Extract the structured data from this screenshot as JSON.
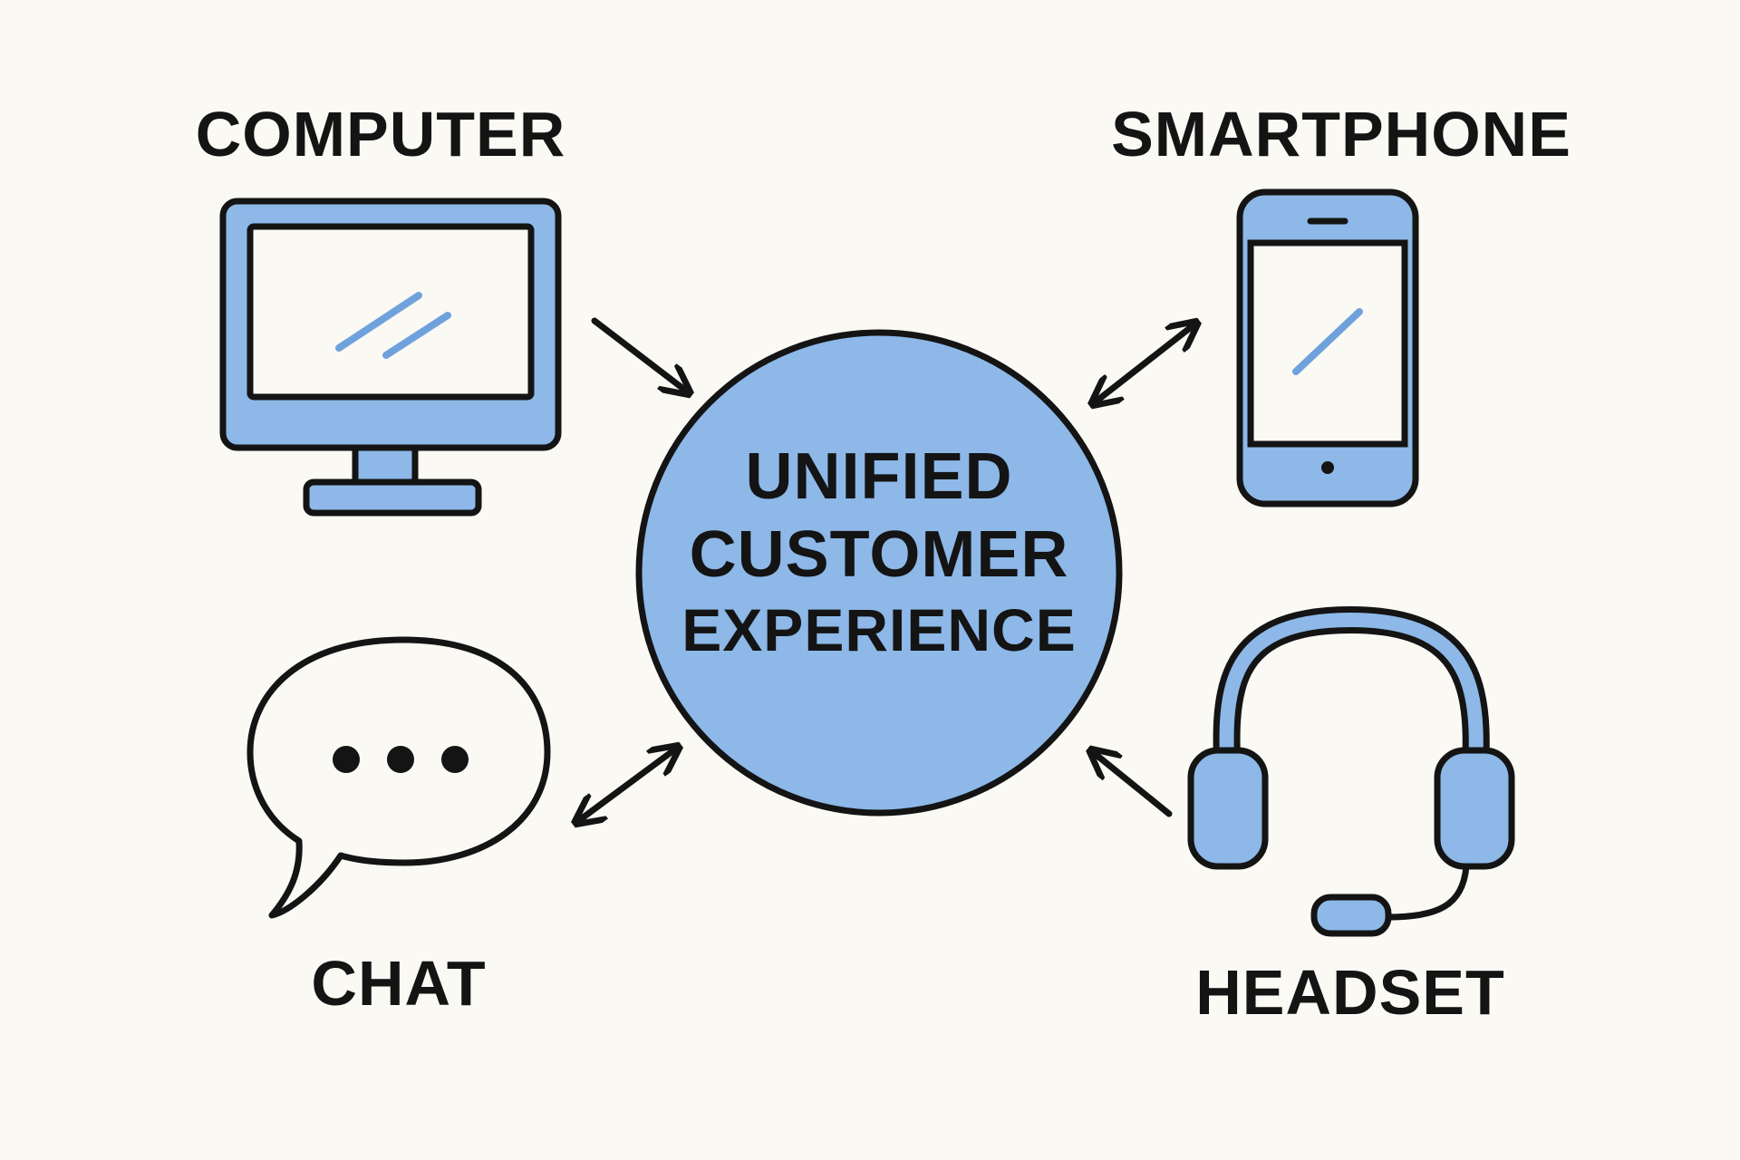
{
  "nodes": {
    "computer": {
      "label": "COMPUTER"
    },
    "smartphone": {
      "label": "SMARTPHONE"
    },
    "chat": {
      "label": "CHAT"
    },
    "headset": {
      "label": "HEADSET"
    }
  },
  "center": {
    "line1": "UNIFIED",
    "line2": "CUSTOMER",
    "line3": "EXPERIENCE"
  },
  "icons": {
    "computer": "computer-icon",
    "smartphone": "smartphone-icon",
    "chat": "chat-bubble-icon",
    "headset": "headset-icon"
  },
  "colors": {
    "background": "#fbf9f4",
    "accent_fill": "#8db8e8",
    "stroke": "#141414"
  }
}
